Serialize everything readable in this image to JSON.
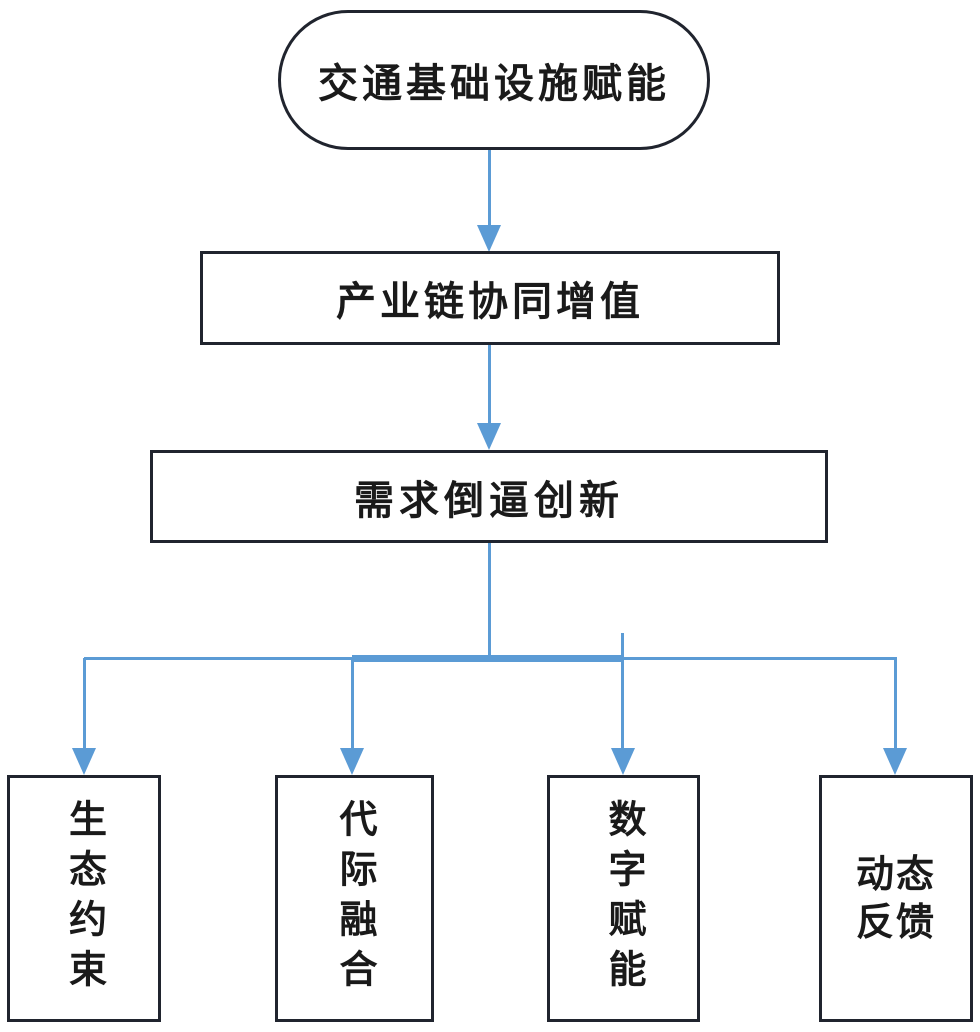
{
  "diagram": {
    "type": "flowchart",
    "background_color": "#ffffff",
    "node_fill_color": "#ffffff",
    "node_border_color": "#20242e",
    "text_color": "#1a1a1a",
    "connector_color": "#5b9bd5",
    "nodes": [
      {
        "id": "root",
        "label": "交通基础设施赋能",
        "shape": "stadium",
        "level": 1,
        "text_orientation": "horizontal"
      },
      {
        "id": "chain",
        "label": "产业链协同增值",
        "shape": "rectangle",
        "level": 2,
        "text_orientation": "horizontal"
      },
      {
        "id": "demand",
        "label": "需求倒逼创新",
        "shape": "rectangle",
        "level": 3,
        "text_orientation": "horizontal"
      },
      {
        "id": "leaf-ecology",
        "label": "生态约束",
        "shape": "rectangle",
        "level": 4,
        "text_orientation": "vertical"
      },
      {
        "id": "leaf-generation",
        "label": "代际融合",
        "shape": "rectangle",
        "level": 4,
        "text_orientation": "vertical"
      },
      {
        "id": "leaf-digital",
        "label": "数字赋能",
        "shape": "rectangle",
        "level": 4,
        "text_orientation": "vertical"
      },
      {
        "id": "leaf-feedback",
        "label": "动态反馈",
        "shape": "rectangle",
        "level": 4,
        "text_orientation": "horizontal",
        "lines": [
          "动态",
          "反馈"
        ]
      }
    ],
    "edges": [
      {
        "from": "root",
        "to": "chain",
        "style": "straight-arrow"
      },
      {
        "from": "chain",
        "to": "demand",
        "style": "straight-arrow"
      },
      {
        "from": "demand",
        "to": "leaf-ecology",
        "style": "elbow-arrow"
      },
      {
        "from": "demand",
        "to": "leaf-generation",
        "style": "elbow-arrow"
      },
      {
        "from": "demand",
        "to": "leaf-digital",
        "style": "elbow-arrow"
      },
      {
        "from": "demand",
        "to": "leaf-feedback",
        "style": "elbow-arrow"
      }
    ]
  }
}
